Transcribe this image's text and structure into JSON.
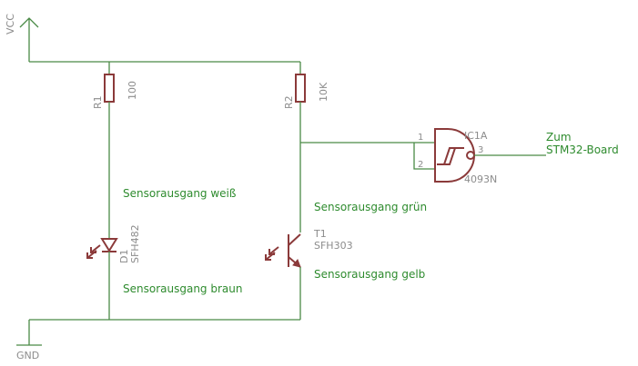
{
  "supply": {
    "vcc": "VCC",
    "gnd": "GND"
  },
  "r1": {
    "name": "R1",
    "value": "100"
  },
  "r2": {
    "name": "R2",
    "value": "10K"
  },
  "d1": {
    "name": "D1",
    "value": "SFH482"
  },
  "t1": {
    "name": "T1",
    "value": "SFH303"
  },
  "ic1a": {
    "name": "IC1A",
    "value": "4093N",
    "pin1": "1",
    "pin2": "2",
    "pin3": "3"
  },
  "notes": {
    "output_line1": "Zum",
    "output_line2": "STM32-Board",
    "sensor_white": "Sensorausgang weiß",
    "sensor_green": "Sensorausgang grün",
    "sensor_yellow": "Sensorausgang gelb",
    "sensor_brown": "Sensorausgang braun"
  },
  "colors": {
    "wire": "#4a8a46",
    "part": "#8b3a3a",
    "label": "#8c8c8c",
    "note": "#2e8b2e"
  }
}
